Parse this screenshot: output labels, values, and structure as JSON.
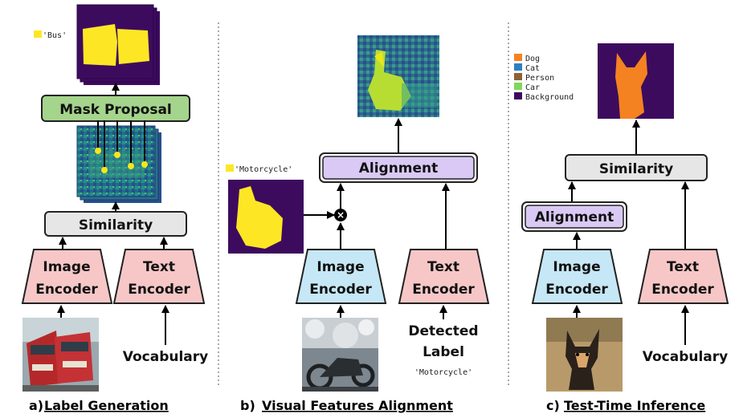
{
  "colors": {
    "encoder_image_fill": "#c6e7f5",
    "encoder_text_fill": "#f7c7c7",
    "encoder_pink_fill": "#f7c7c7",
    "mask_proposal_fill": "#a5d48c",
    "similarity_fill": "#e6e6e6",
    "alignment_fill": "#d9c9f4",
    "mask_purple": "#3d0b5e",
    "mask_yellow": "#fde725",
    "dog": "#f58220",
    "cat": "#2e7fc0",
    "person": "#8c6239",
    "car": "#7ed957",
    "background": "#3d0b5e"
  },
  "panel_a": {
    "caption_prefix": "a)",
    "caption_title": "Label Generation",
    "image_encoder": [
      "Image",
      "Encoder"
    ],
    "text_encoder": [
      "Text",
      "Encoder"
    ],
    "similarity": "Similarity",
    "mask_proposal": "Mask Proposal",
    "legend_bus": "'Bus'",
    "vocabulary": "Vocabulary",
    "input_image": "bus-photo"
  },
  "panel_b": {
    "caption_prefix": "b)",
    "caption_title": "Visual Features Alignment",
    "image_encoder": [
      "Image",
      "Encoder"
    ],
    "text_encoder": [
      "Text",
      "Encoder"
    ],
    "alignment": "Alignment",
    "legend_motorcycle": "'Motorcycle'",
    "detected_label": [
      "Detected",
      "Label"
    ],
    "detected_value": "'Motorcycle'",
    "multiply_symbol": "×",
    "input_image": "motorcycle-photo"
  },
  "panel_c": {
    "caption_prefix": "c)",
    "caption_title": "Test-Time Inference",
    "image_encoder": [
      "Image",
      "Encoder"
    ],
    "text_encoder": [
      "Text",
      "Encoder"
    ],
    "alignment": "Alignment",
    "similarity": "Similarity",
    "vocabulary": "Vocabulary",
    "legend": [
      "Dog",
      "Cat",
      "Person",
      "Car",
      "Background"
    ],
    "input_image": "dog-photo"
  }
}
